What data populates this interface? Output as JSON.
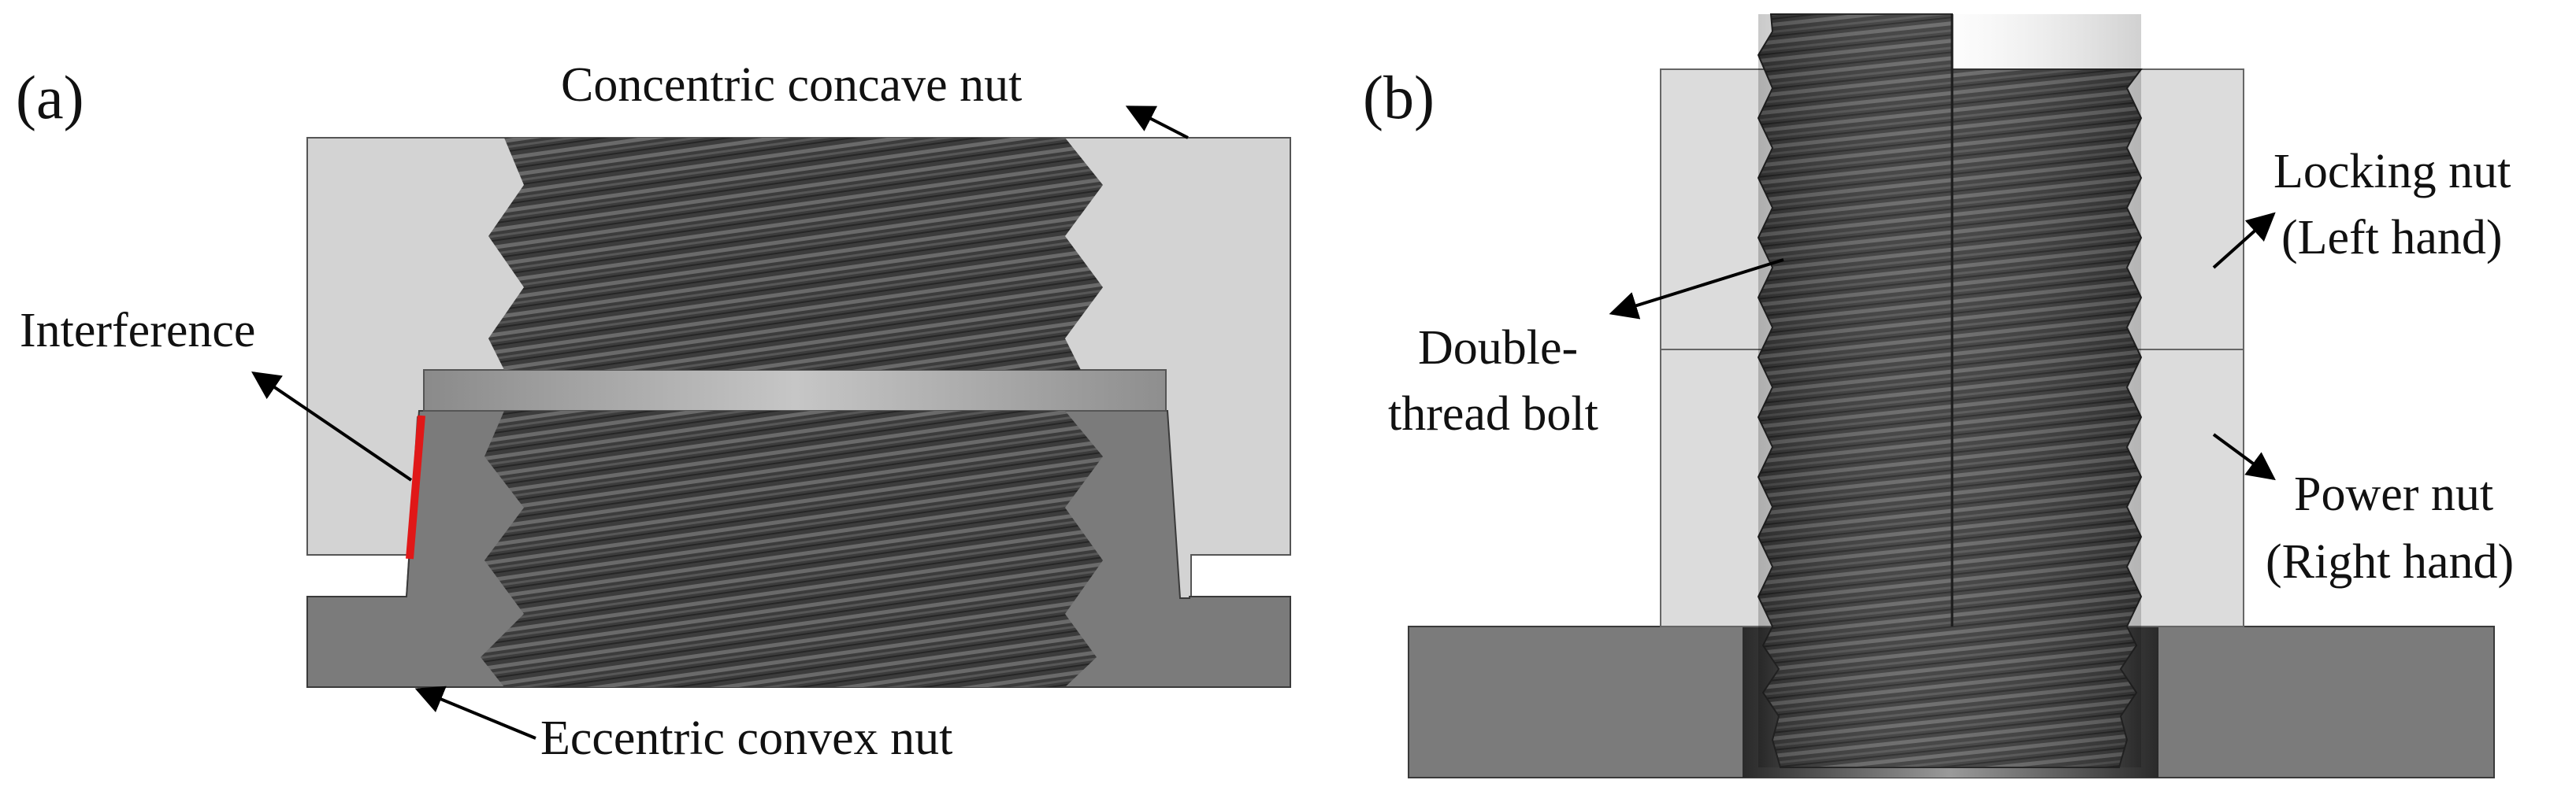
{
  "panels": {
    "a": {
      "label": "(a)",
      "concave_nut_label": "Concentric concave nut",
      "interference_label": "Interference",
      "convex_nut_label": "Eccentric convex nut"
    },
    "b": {
      "label": "(b)",
      "bolt_label_line1": "Double-",
      "bolt_label_line2": "thread bolt",
      "locking_label_line1": "Locking nut",
      "locking_label_line2": "(Left hand)",
      "power_label_line1": "Power nut",
      "power_label_line2": "(Right hand)"
    }
  },
  "colors": {
    "nut_light": "#d3d3d3",
    "nut_dark": "#7b7b7b",
    "thread_dark": "#3a3a3a",
    "interference": "#e01818",
    "text": "#111111"
  }
}
